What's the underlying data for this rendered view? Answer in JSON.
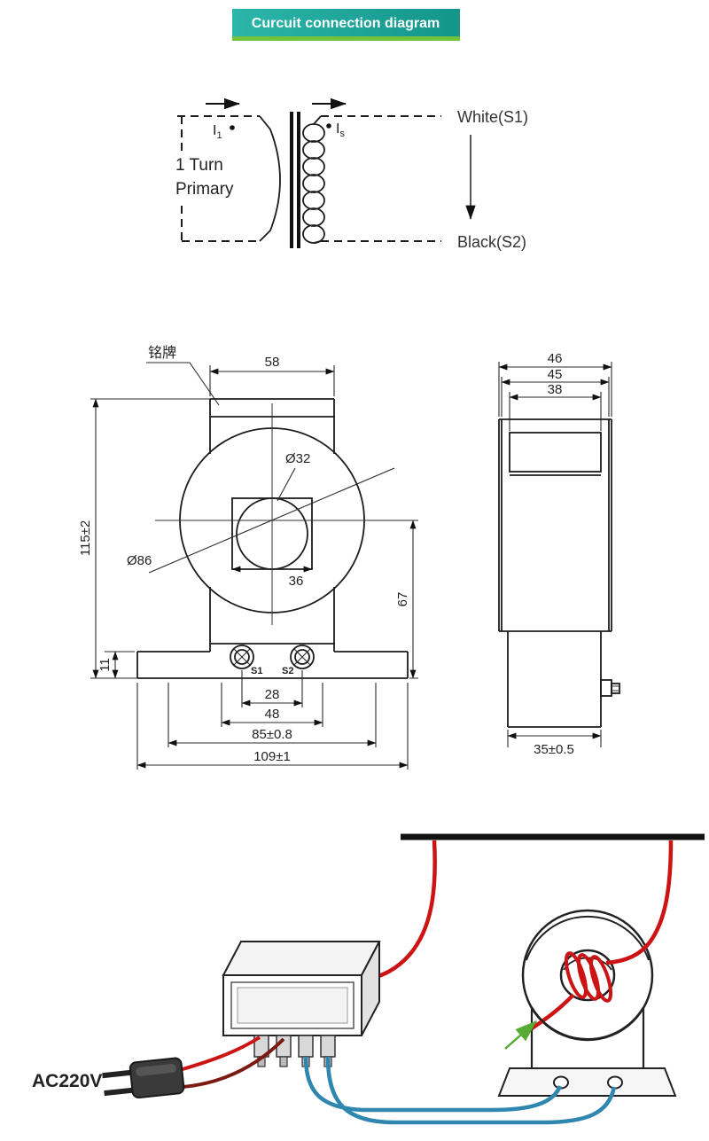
{
  "header": {
    "title": "Curcuit connection diagram"
  },
  "schematic": {
    "i1_main": "I",
    "i1_sub": "1",
    "is_main": "I",
    "is_sub": "s",
    "primary_line1": "1 Turn",
    "primary_line2": "Primary",
    "white_label": "White(S1)",
    "black_label": "Black(S2)"
  },
  "front_view": {
    "nameplate_label": "铭牌",
    "dim_top": "58",
    "dim_height": "115±2",
    "dim_hole": "Ø32",
    "dim_outer": "Ø86",
    "dim_window": "36",
    "dim_right": "67",
    "dim_foot": "11",
    "terminal_s1": "S1",
    "terminal_s2": "S2",
    "dim_28": "28",
    "dim_48": "48",
    "dim_85": "85±0.8",
    "dim_109": "109±1"
  },
  "side_view": {
    "dim_46": "46",
    "dim_45": "45",
    "dim_38": "38",
    "dim_35": "35±0.5"
  },
  "wiring": {
    "power_label": "AC220V"
  },
  "colors": {
    "banner_teal_light": "#29b3a8",
    "banner_teal_dark": "#13958b",
    "banner_green": "#72c23c",
    "wire_red": "#cc1414",
    "wire_dark": "#7a1a12",
    "wire_blue": "#2f87b0",
    "arrow_green": "#56ab34",
    "power_text_green": "#3f9e2d",
    "line": "#1c1c1c"
  }
}
